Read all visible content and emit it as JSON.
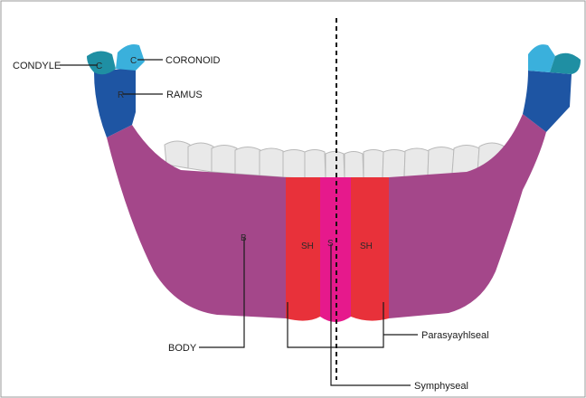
{
  "labels": {
    "condyle": "CONDYLE",
    "coronoid": "CORONOID",
    "ramus": "RAMUS",
    "body": "BODY",
    "parasymphyseal": "Parasyayhlseal",
    "symphyseal": "Symphyseal"
  },
  "region_codes": {
    "condyle": "C",
    "coronoid": "C",
    "ramus": "R",
    "body": "B",
    "parasymphyseal_left": "SH",
    "symphysis": "S",
    "parasymphyseal_right": "SH"
  },
  "colors": {
    "condyle": "#1f8fa3",
    "coronoid": "#3ab0dc",
    "ramus": "#1e55a3",
    "body": "#a4478a",
    "parasymphyseal": "#e8313a",
    "symphysis": "#e6198c",
    "teeth": "#e8e8e8",
    "midline": "#111111"
  }
}
